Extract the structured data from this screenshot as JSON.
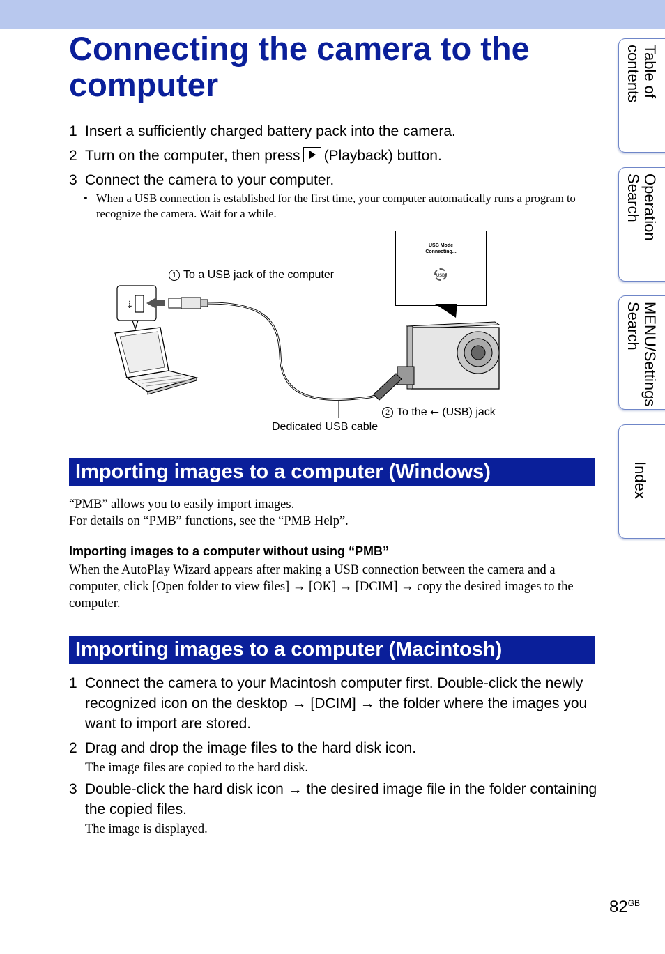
{
  "title": "Connecting the camera to the computer",
  "steps": [
    {
      "num": "1",
      "text": "Insert a sufficiently charged battery pack into the camera."
    },
    {
      "num": "2",
      "text_before": "Turn on the computer, then press",
      "text_after": "(Playback) button."
    },
    {
      "num": "3",
      "text": "Connect the camera to your computer."
    }
  ],
  "bullet": "When a USB connection is established for the first time, your computer automatically runs a program to recognize the camera. Wait for a while.",
  "diagram": {
    "label1_num": "1",
    "label1": "To a USB jack of the computer",
    "label2_num": "2",
    "label2_before": "To the",
    "label2_after": "(USB) jack",
    "cable_label": "Dedicated USB cable",
    "screen_line1": "USB Mode",
    "screen_line2": "Connecting...",
    "screen_icon_text": "USB"
  },
  "windows": {
    "heading": "Importing images to a computer (Windows)",
    "p1": "“PMB” allows you to easily import images.",
    "p2": "For details on “PMB” functions, see the “PMB Help”.",
    "subheading": "Importing images to a computer without using “PMB”",
    "body": "When the AutoPlay Wizard appears after making a USB connection between the camera and a computer, click [Open folder to view files] → [OK] → [DCIM] → copy the desired images to the computer."
  },
  "mac": {
    "heading": "Importing images to a computer (Macintosh)",
    "steps": [
      {
        "num": "1",
        "text": "Connect the camera to your Macintosh computer first. Double-click the newly recognized icon on the desktop → [DCIM] → the folder where the images you want to import are stored."
      },
      {
        "num": "2",
        "text": "Drag and drop the image files to the hard disk icon.",
        "note": "The image files are copied to the hard disk."
      },
      {
        "num": "3",
        "text": "Double-click the hard disk icon → the desired image file in the folder containing the copied files.",
        "note": "The image is displayed."
      }
    ]
  },
  "tabs": [
    {
      "label": "Table of\ncontents"
    },
    {
      "label": "Operation\nSearch"
    },
    {
      "label": "MENU/Settings\nSearch"
    },
    {
      "label": "Index"
    }
  ],
  "page_number": "82",
  "page_suffix": "GB"
}
